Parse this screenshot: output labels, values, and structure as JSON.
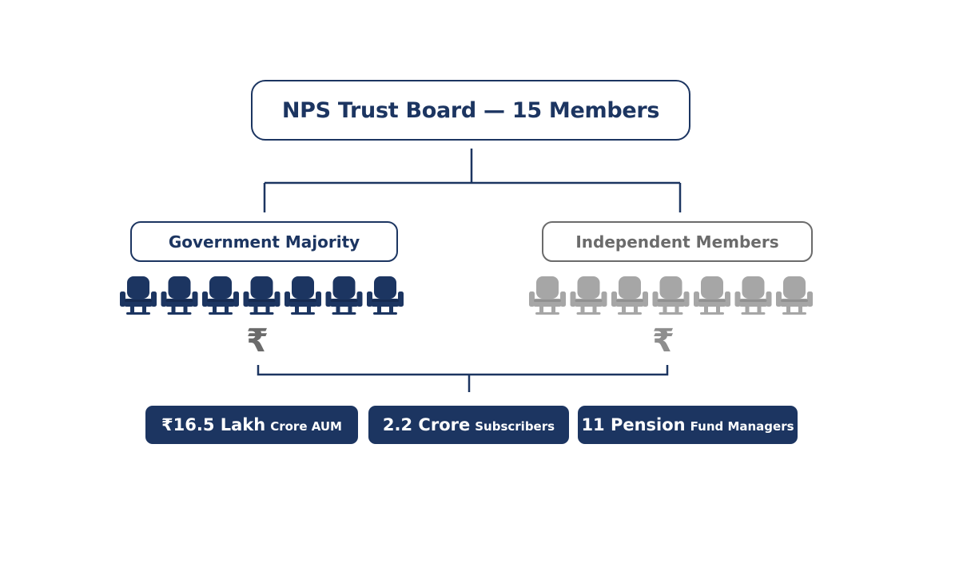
{
  "board": {
    "title": "NPS Trust Board — 15 Members"
  },
  "groups": [
    {
      "label": "Government Majority",
      "seats": 7,
      "color": "#1c3561"
    },
    {
      "label": "Independent Members",
      "seats": 7,
      "color": "#a6a6a6"
    }
  ],
  "currency_icon": "₹",
  "stats": [
    {
      "big": "₹16.5 Lakh",
      "small": "Crore AUM"
    },
    {
      "big": "2.2 Crore",
      "small": "Subscribers"
    },
    {
      "big": "11 Pension",
      "small": "Fund Managers"
    }
  ],
  "colors": {
    "navy": "#1c3561",
    "gray_border": "#6b6b6b",
    "gray_seat": "#a6a6a6"
  }
}
